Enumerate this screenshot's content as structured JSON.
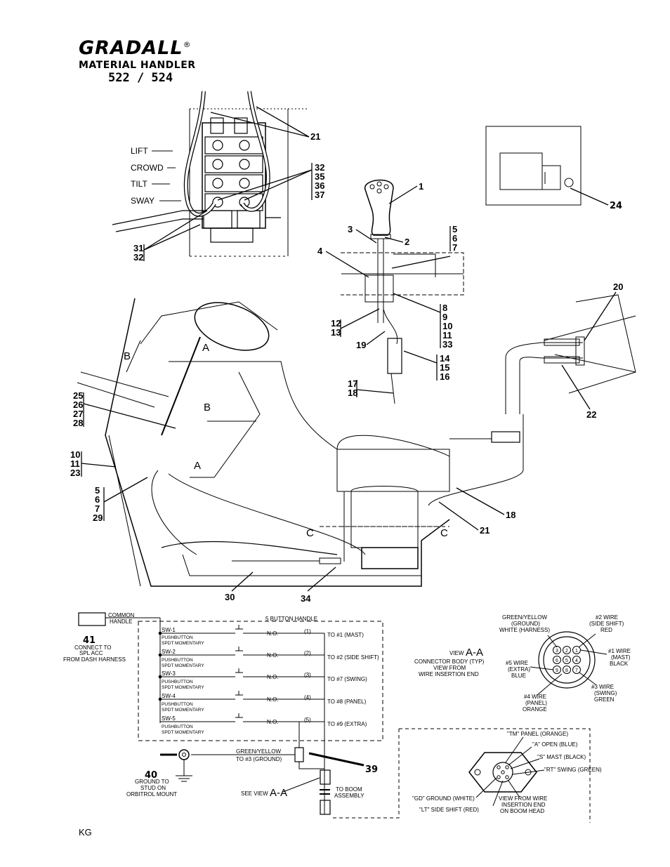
{
  "header": {
    "brand": "GRADALL",
    "registered": "®",
    "subtitle": "MATERIAL HANDLER",
    "model": "522 / 524"
  },
  "footer": {
    "page_code": "KG"
  },
  "valve": {
    "labels": [
      "LIFT",
      "CROWD",
      "TILT",
      "SWAY"
    ],
    "callouts": {
      "hoses": "21",
      "fittings": [
        "32",
        "35",
        "36",
        "37"
      ],
      "lower": [
        "31",
        "32"
      ]
    }
  },
  "bracket_callout": "24",
  "joystick": {
    "callouts": {
      "handle": "1",
      "nut": "2",
      "shaft": "3",
      "plate": "4",
      "group_a": [
        "5",
        "6",
        "7"
      ],
      "group_b": [
        "8",
        "9",
        "10",
        "11",
        "33"
      ],
      "group_c": [
        "12",
        "13"
      ],
      "cable": "19",
      "group_d": [
        "14",
        "15",
        "16"
      ],
      "group_e": [
        "17",
        "18"
      ]
    }
  },
  "cab": {
    "callouts": {
      "group_f": [
        "25",
        "26",
        "27",
        "28"
      ],
      "group_g": [
        "10",
        "11",
        "23"
      ],
      "group_h": [
        "5",
        "6",
        "7",
        "29"
      ],
      "harness": "30",
      "connector": "34",
      "conn_18": "18",
      "hose_21": "21",
      "boom_20": "20",
      "boom_22": "22"
    },
    "section_letters": {
      "a": "A",
      "b": "B",
      "c": "C"
    }
  },
  "schematic": {
    "common_handle": "COMMON\nHANDLE",
    "item41": "41",
    "connect_to": [
      "CONNECT TO",
      "SPL ACC",
      "FROM DASH HARNESS"
    ],
    "handle_title": "5 BUTTON HANDLE",
    "switch_type_1": "PUSHBUTTON",
    "switch_type_2": "SPDT MOMENTARY",
    "contact": "N.O.",
    "switches": [
      {
        "name": "SW-1",
        "pin": "(1)",
        "dest": "TO #1 (MAST)"
      },
      {
        "name": "SW-2",
        "pin": "(2)",
        "dest": "TO #2 (SIDE SHIFT)"
      },
      {
        "name": "SW-3",
        "pin": "(3)",
        "dest": "TO #7  (SWING)"
      },
      {
        "name": "SW-4",
        "pin": "(4)",
        "dest": "TO #8 (PANEL)"
      },
      {
        "name": "SW-5",
        "pin": "(5)",
        "dest": "TO #9 (EXTRA)"
      }
    ],
    "ground_wire": [
      "GREEN/YELLOW",
      "TO #3 (GROUND)"
    ],
    "item40": "40",
    "item39": "39",
    "ground_to": [
      "GROUND TO",
      "STUD ON",
      "ORBITROL MOUNT"
    ],
    "see_view": "SEE VIEW",
    "view_letters": "A-A",
    "to_boom": [
      "TO BOOM",
      "ASSEMBLY"
    ]
  },
  "view_aa": {
    "title_prefix": "VIEW",
    "title_letters": "A-A",
    "desc": [
      "CONNECTOR BODY (TYP)",
      "VIEW FROM",
      "WIRE INSERTION END"
    ],
    "top_left": [
      "GREEN/YELLOW",
      "(GROUND)",
      "WHITE (HARNESS)"
    ],
    "top_right": [
      "#2 WIRE",
      "(SIDE SHIFT)",
      "RED"
    ],
    "right": [
      "#1 WIRE",
      "(MAST)",
      "BLACK"
    ],
    "left": [
      "#5 WIRE",
      "(EXTRA)",
      "BLUE"
    ],
    "bottom_right": [
      "#3 WIRE",
      "(SWING)",
      "GREEN"
    ],
    "bottom": [
      "#4 WIRE",
      "(PANEL)",
      "ORANGE"
    ],
    "pins": [
      "3",
      "2",
      "1",
      "6",
      "5",
      "4",
      "9",
      "8",
      "7"
    ]
  },
  "boom_head": {
    "tm": "\"TM\" PANEL (ORANGE)",
    "a": "\"A\" OPEN (BLUE)",
    "s": "\"S\" MAST (BLACK)",
    "rt": "\"RT\" SWING (GREEN)",
    "gd": "\"GD\" GROUND (WHITE)",
    "lt": "\"LT\" SIDE SHIFT (RED)",
    "view": [
      "VIEW FROM WIRE",
      "INSERTION END",
      "ON BOOM HEAD"
    ]
  }
}
